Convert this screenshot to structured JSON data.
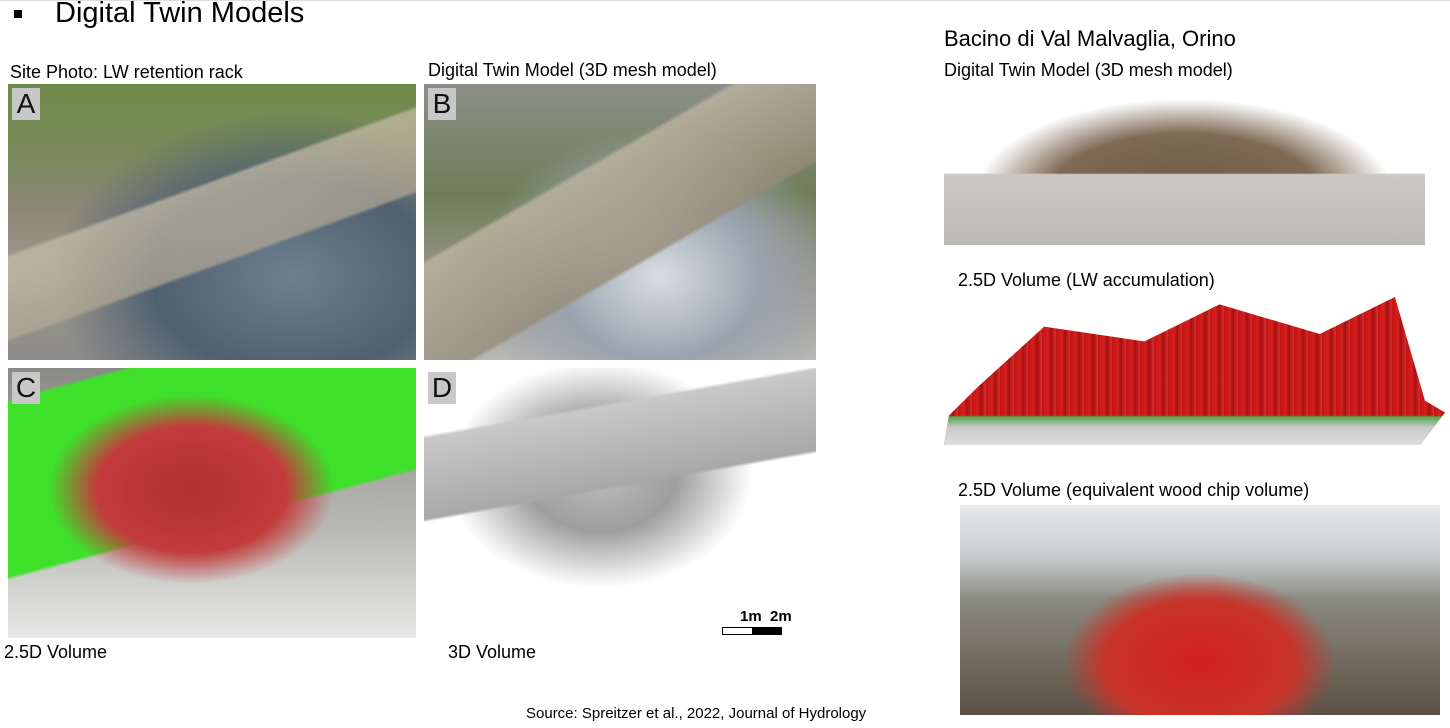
{
  "slide": {
    "title": "Digital Twin Models",
    "left": {
      "site_photo_label": "Site Photo: LW retention rack",
      "mesh_label": "Digital Twin Model (3D mesh model)",
      "volume25_label": "2.5D Volume",
      "volume3d_label": "3D Volume",
      "panels": {
        "a": "A",
        "b": "B",
        "c": "C",
        "d": "D"
      },
      "scale": {
        "first": "1m",
        "second": "2m"
      }
    },
    "right": {
      "site_title": "Bacino di Val Malvaglia, Orino",
      "mesh_label": "Digital Twin Model (3D mesh model)",
      "lw_label": "2.5D Volume (LW accumulation)",
      "chip_label": "2.5D Volume (equivalent wood chip volume)"
    },
    "source": "Source: Spreitzer et al., 2022, Journal of Hydrology"
  }
}
